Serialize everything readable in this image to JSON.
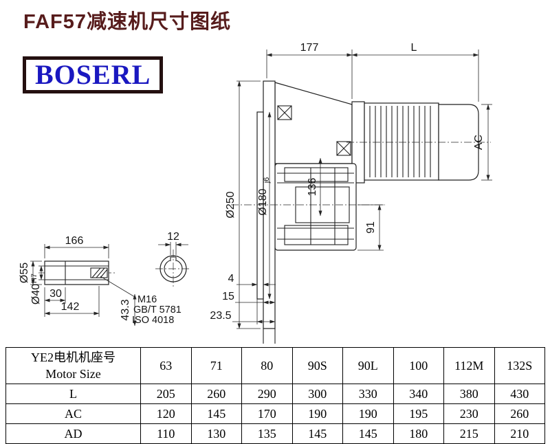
{
  "header": {
    "title": "FAF57减速机尺寸图纸",
    "logo": "BOSERL"
  },
  "drawing": {
    "top_width": "177",
    "motor_length_label": "L",
    "motor_height_label": "AC",
    "flange_diameter": "Ø250",
    "spigot_diameter": "Ø180",
    "spigot_fit": "j6",
    "center_height": "136",
    "shaft_to_base": "91",
    "offset_a": "4",
    "offset_b": "15",
    "offset_c": "23.5",
    "shaft": {
      "length": "166",
      "keyway_width": "12",
      "outer_diameter": "Ø55",
      "bore_diameter": "Ø40",
      "bore_fit": "H7",
      "sub_length": "30",
      "bore_depth": "142",
      "keyway_height": "43.3",
      "thread": "M16",
      "standard_1": "GB/T 5781",
      "standard_2": "ISO 4018"
    }
  },
  "table": {
    "header": {
      "line1": "YE2电机机座号",
      "line2": "Motor Size",
      "sizes": [
        "63",
        "71",
        "80",
        "90S",
        "90L",
        "100",
        "112M",
        "132S"
      ]
    },
    "rows": [
      {
        "label": "L",
        "values": [
          "205",
          "260",
          "290",
          "300",
          "330",
          "340",
          "380",
          "430"
        ]
      },
      {
        "label": "AC",
        "values": [
          "120",
          "145",
          "170",
          "190",
          "190",
          "195",
          "230",
          "260"
        ]
      },
      {
        "label": "AD",
        "values": [
          "110",
          "130",
          "135",
          "145",
          "145",
          "180",
          "215",
          "210"
        ]
      }
    ]
  }
}
